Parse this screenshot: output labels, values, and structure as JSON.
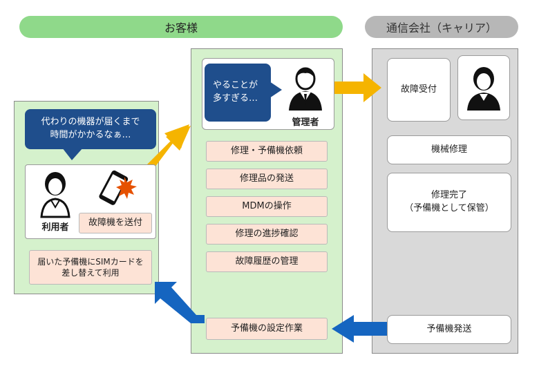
{
  "banners": {
    "customer": "お客様",
    "carrier": "通信会社（キャリア）"
  },
  "user_panel": {
    "bubble_text": "代わりの機器が届くまで\n時間がかかるなぁ…",
    "user_label": "利用者",
    "send_task": "故障機を送付",
    "swap_task": "届いた予備機にSIMカードを\n差し替えて利用"
  },
  "admin_panel": {
    "bubble_text": "やることが\n多すぎる…",
    "admin_label": "管理者",
    "tasks": [
      "修理・予備機依頼",
      "修理品の発送",
      "MDMの操作",
      "修理の進捗確認",
      "故障履歴の管理"
    ],
    "setup_task": "予備機の設定作業"
  },
  "carrier_panel": {
    "reception": "故障受付",
    "repair": "機械修理",
    "complete": "修理完了\n（予備機として保管）",
    "ship": "予備機発送"
  },
  "colors": {
    "customer_banner": "#8fd98a",
    "carrier_banner": "#b7b7b7",
    "customer_panel": "#d5f1cc",
    "carrier_panel": "#d9d9d9",
    "task_fill": "#fde3d6",
    "bubble": "#1f4e8c",
    "arrow_yellow": "#f5b400",
    "arrow_blue": "#1565c0"
  }
}
